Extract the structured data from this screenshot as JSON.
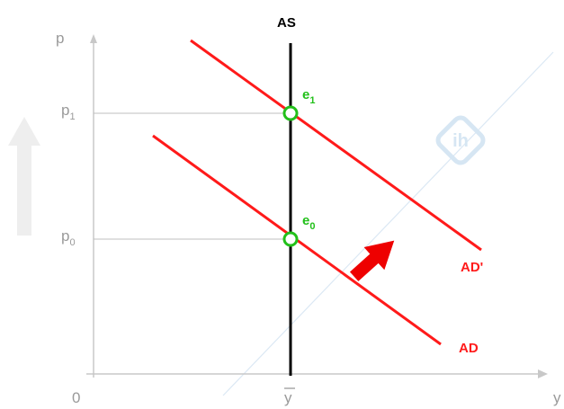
{
  "axes": {
    "y_label": "p",
    "x_label": "y",
    "origin_label": "0",
    "x_tick_label": "y"
  },
  "price_levels": {
    "p1_base": "p",
    "p1_sub": "1",
    "p0_base": "p",
    "p0_sub": "0"
  },
  "curves": {
    "as_label": "AS",
    "ad_label": "AD",
    "ad_shifted_label": "AD'"
  },
  "equilibria": {
    "e1_base": "e",
    "e1_sub": "1",
    "e0_base": "e",
    "e0_sub": "0"
  },
  "colors": {
    "ad_curve": "#ff1a1a",
    "as_curve": "#000000",
    "equilibrium": "#22c01a",
    "axis": "#c8c8c8",
    "guide_line": "#bfbfbf",
    "shift_arrow": "#ee0000",
    "price_up_arrow": "#eeeeee",
    "watermark": "#d6e6f3"
  },
  "icons": {
    "shift_arrow": "arrow-up-right-icon",
    "price_up_arrow": "arrow-up-icon",
    "watermark": "watermark-logo-icon"
  }
}
